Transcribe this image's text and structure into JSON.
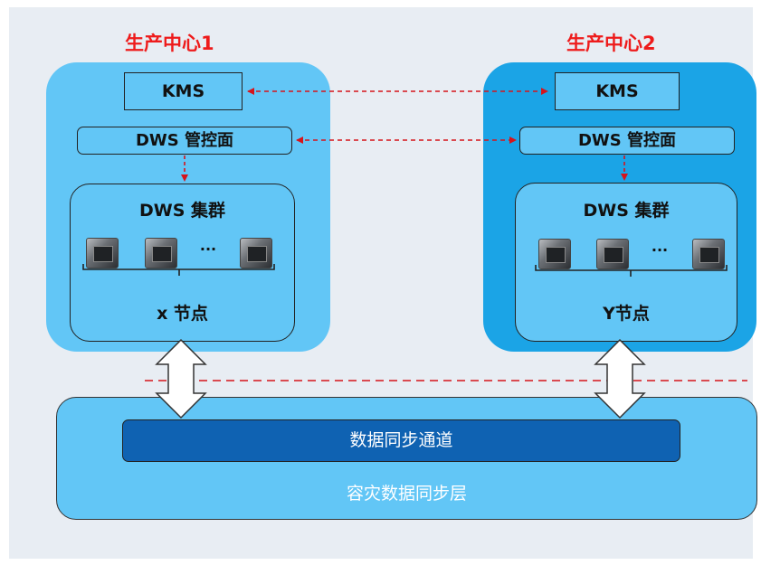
{
  "colors": {
    "dc1_fill": "#62c6f6",
    "dc2_fill": "#1ba4e6",
    "layer_fill": "#62c6f6",
    "channel_fill": "#0f62b2",
    "title_red": "#ee1b1b",
    "dash_red": "#d6141b"
  },
  "dc1": {
    "title": "生产中心1",
    "kms": "KMS",
    "console": "DWS 管控面",
    "cluster_title": "DWS 集群",
    "ellipsis": "...",
    "nodes_label": "x 节点"
  },
  "dc2": {
    "title": "生产中心2",
    "kms": "KMS",
    "console": "DWS 管控面",
    "cluster_title": "DWS 集群",
    "ellipsis": "...",
    "nodes_label": "Y节点"
  },
  "sync_layer": {
    "channel": "数据同步通道",
    "label": "容灾数据同步层"
  }
}
